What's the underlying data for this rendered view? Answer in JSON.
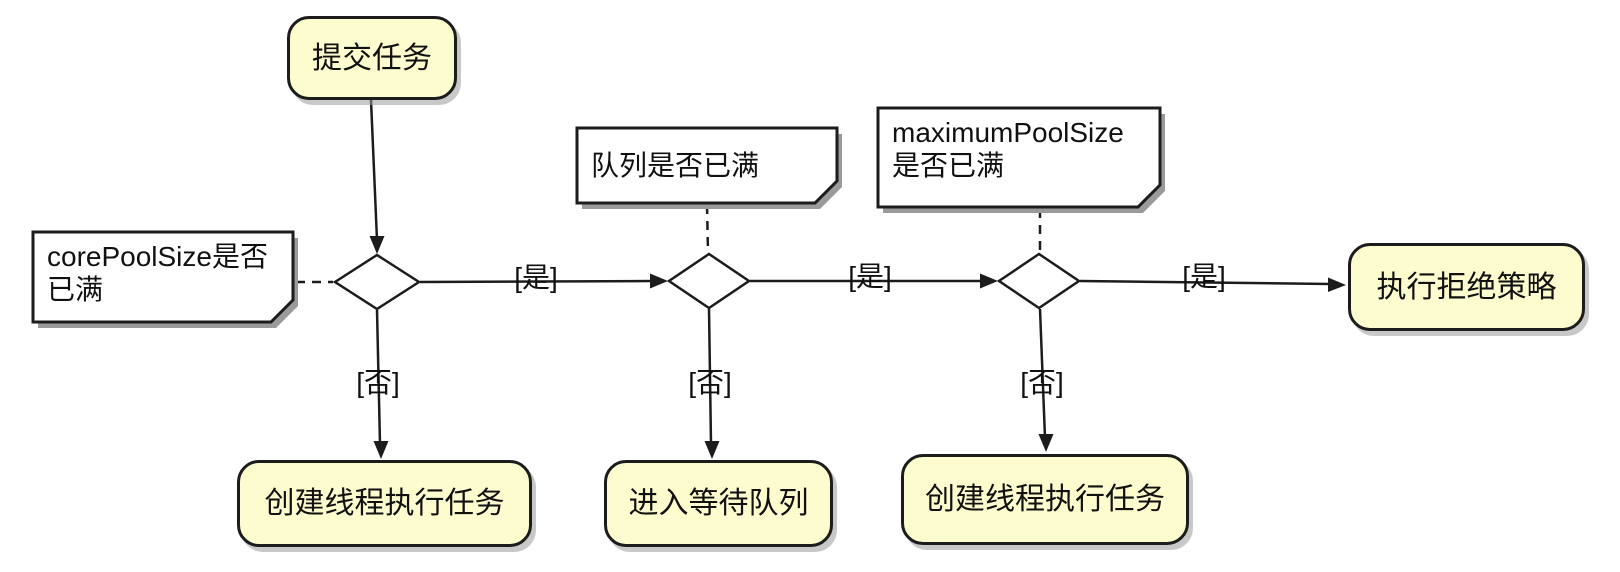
{
  "diagram": {
    "title_hint": "thread-pool task submission flowchart",
    "colors": {
      "background": "#ffffff",
      "node_fill": "#fcfcce",
      "note_fill": "#ffffff",
      "border": "#1c1c1c",
      "shadow": "#9a9a9a",
      "text": "#111111"
    },
    "nodes": {
      "submit_task": {
        "label": "提交任务"
      },
      "create_thread_left": {
        "label": "创建线程执行任务"
      },
      "enter_wait_queue": {
        "label": "进入等待队列"
      },
      "create_thread_right": {
        "label": "创建线程执行任务"
      },
      "reject_policy": {
        "label": "执行拒绝策略"
      }
    },
    "notes": {
      "core_pool_full": {
        "text": "corePoolSize是否已满",
        "lines": [
          "corePoolSize是否",
          "已满"
        ]
      },
      "queue_full": {
        "text": "队列是否已满",
        "lines": [
          "队列是否已满"
        ]
      },
      "max_pool_full": {
        "text": "maximumPoolSize是否已满",
        "lines": [
          "maximumPoolSize",
          "是否已满"
        ]
      }
    },
    "edge_labels": {
      "yes": "[是]",
      "no": "[否]"
    }
  }
}
